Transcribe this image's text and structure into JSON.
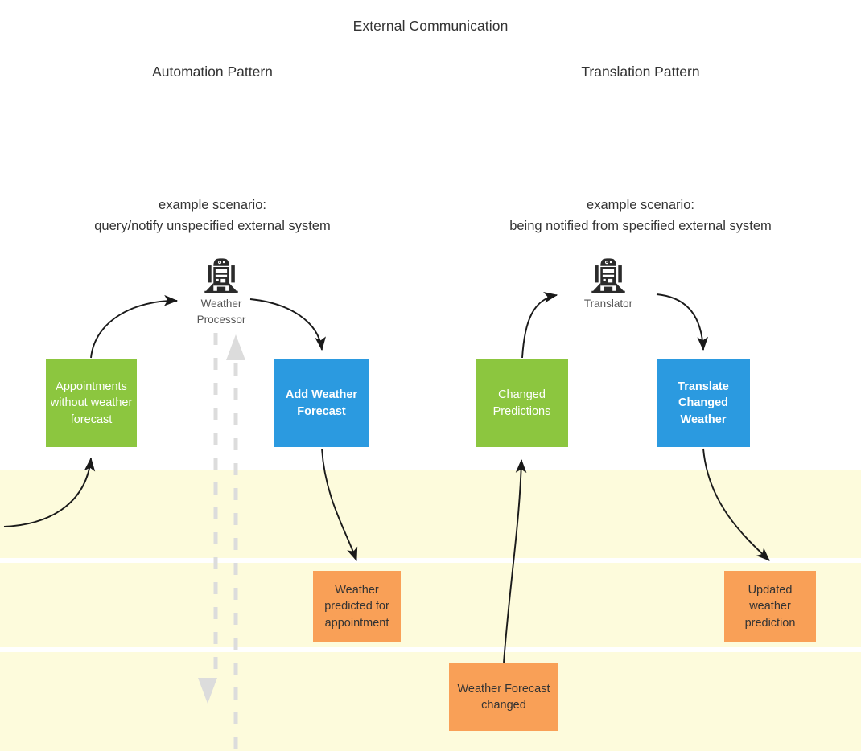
{
  "diagram": {
    "title": "External Communication",
    "patterns": [
      {
        "name": "Automation Pattern",
        "scenario_line_1": "example scenario:",
        "scenario_line_2": "query/notify unspecified external system"
      },
      {
        "name": "Translation Pattern",
        "scenario_line_1": "example scenario:",
        "scenario_line_2": "being notified from specified external system"
      }
    ],
    "actors": [
      {
        "id": "weather-processor",
        "icon": "droid-icon",
        "label_line_1": "Weather",
        "label_line_2": "Processor"
      },
      {
        "id": "translator",
        "icon": "droid-icon",
        "label_line_1": "Translator",
        "label_line_2": ""
      }
    ],
    "nodes": [
      {
        "id": "appointments",
        "label": "Appointments without weather forecast",
        "type": "aggregate",
        "color": "#8cc63f"
      },
      {
        "id": "add-weather",
        "label": "Add Weather Forecast",
        "type": "command",
        "color": "#2b9ae0"
      },
      {
        "id": "changed-predictions",
        "label": "Changed Predictions",
        "type": "aggregate",
        "color": "#8cc63f"
      },
      {
        "id": "translate-changed",
        "label": "Translate Changed Weather",
        "type": "command",
        "color": "#2b9ae0"
      },
      {
        "id": "weather-predicted",
        "label": "Weather predicted for appointment",
        "type": "event",
        "color": "#f9a057"
      },
      {
        "id": "updated-weather",
        "label": "Updated weather prediction",
        "type": "event",
        "color": "#f9a057"
      },
      {
        "id": "forecast-changed",
        "label": "Weather Forecast changed",
        "type": "event",
        "color": "#f9a057"
      }
    ],
    "lanes": [
      {
        "id": "lane-1",
        "color": "#fdfbdc"
      },
      {
        "id": "lane-2",
        "color": "#fdfbdc"
      },
      {
        "id": "lane-3",
        "color": "#fdfbdc"
      }
    ],
    "boundary": {
      "id": "external-system-boundary",
      "style": "dashed",
      "color": "#dcdcdc",
      "arrow_up": "up-arrow-head",
      "arrow_down": "down-arrow-head"
    },
    "colors": {
      "green": "#8cc63f",
      "blue": "#2b9ae0",
      "orange": "#f9a057",
      "lane_yellow": "#fdfbdc",
      "connector": "#1a1a1a",
      "text_dark": "#333333",
      "text_muted": "#555555",
      "text_light": "#ffffff"
    }
  }
}
